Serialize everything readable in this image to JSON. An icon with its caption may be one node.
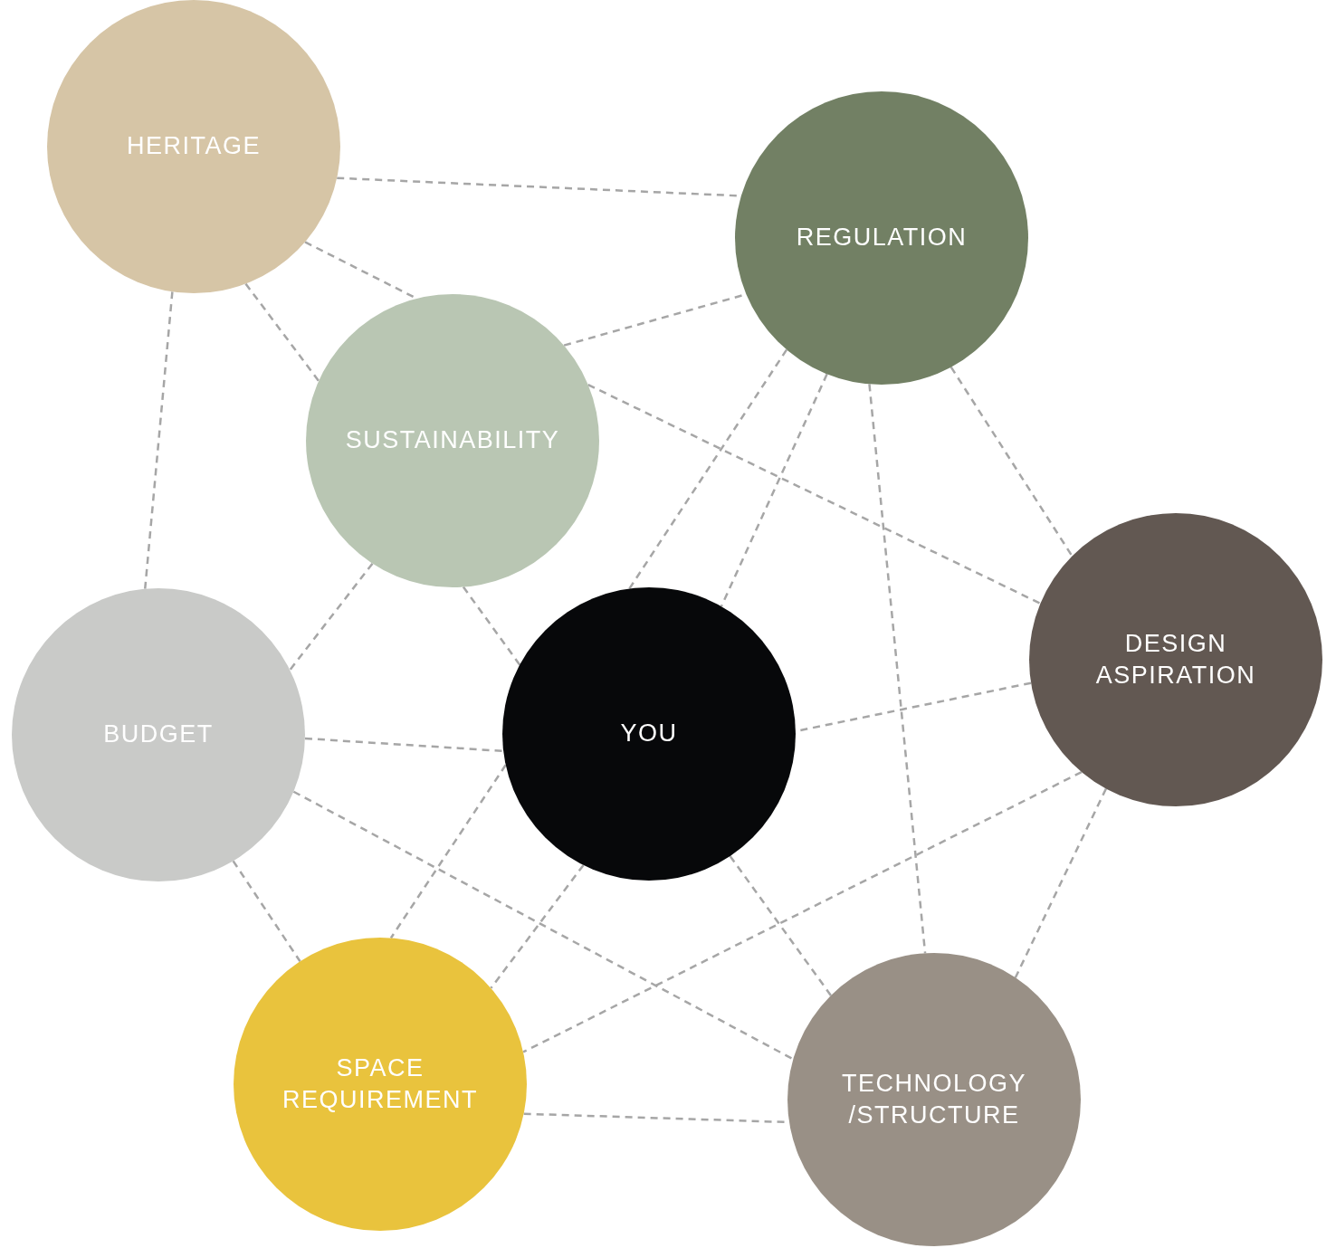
{
  "diagram": {
    "nodes": [
      {
        "text": [
          "HERITAGE"
        ]
      },
      {
        "text": [
          "REGULATION"
        ]
      },
      {
        "text": [
          "SUSTAINABILITY"
        ]
      },
      {
        "text": [
          "DESIGN ASPIRATION"
        ]
      },
      {
        "text": [
          "BUDGET"
        ]
      },
      {
        "text": [
          "YOU"
        ]
      },
      {
        "text": [
          "SPACE REQUIREMENT"
        ]
      },
      {
        "text": [
          "TECHNOLOGY /STRUCTURE"
        ]
      }
    ],
    "edges": [
      {
        "from": 0,
        "to": 1,
        "arrow": "none",
        "style": "dashed"
      },
      {
        "from": 0,
        "to": 2,
        "arrow": "none",
        "style": "dashed"
      },
      {
        "from": 2,
        "to": 3,
        "arrow": "none",
        "style": "dashed"
      },
      {
        "from": 0,
        "to": 2,
        "arrow": "none",
        "style": "dashed"
      },
      {
        "from": 2,
        "to": 5,
        "arrow": "none",
        "style": "dashed"
      },
      {
        "from": 0,
        "to": 4,
        "arrow": "none",
        "style": "dashed"
      },
      {
        "from": 2,
        "to": 1,
        "arrow": "none",
        "style": "dashed"
      },
      {
        "from": 2,
        "to": 4,
        "arrow": "none",
        "style": "dashed"
      },
      {
        "from": 1,
        "to": 5,
        "arrow": "none",
        "style": "dashed"
      },
      {
        "from": 5,
        "to": 6,
        "arrow": "none",
        "style": "dashed"
      },
      {
        "from": 1,
        "to": 5,
        "arrow": "none",
        "style": "dashed"
      },
      {
        "from": 5,
        "to": 6,
        "arrow": "none",
        "style": "dashed"
      },
      {
        "from": 1,
        "to": 7,
        "arrow": "none",
        "style": "dashed"
      },
      {
        "from": 1,
        "to": 3,
        "arrow": "none",
        "style": "dashed"
      },
      {
        "from": 3,
        "to": 5,
        "arrow": "none",
        "style": "dashed"
      },
      {
        "from": 4,
        "to": 5,
        "arrow": "none",
        "style": "dashed"
      },
      {
        "from": 4,
        "to": 7,
        "arrow": "none",
        "style": "dashed"
      },
      {
        "from": 4,
        "to": 6,
        "arrow": "none",
        "style": "dashed"
      },
      {
        "from": 5,
        "to": 7,
        "arrow": "none",
        "style": "dashed"
      },
      {
        "from": 3,
        "to": 6,
        "arrow": "none",
        "style": "dashed"
      },
      {
        "from": 3,
        "to": 7,
        "arrow": "none",
        "style": "dashed"
      },
      {
        "from": 6,
        "to": 7,
        "arrow": "none",
        "style": "dashed"
      }
    ]
  }
}
